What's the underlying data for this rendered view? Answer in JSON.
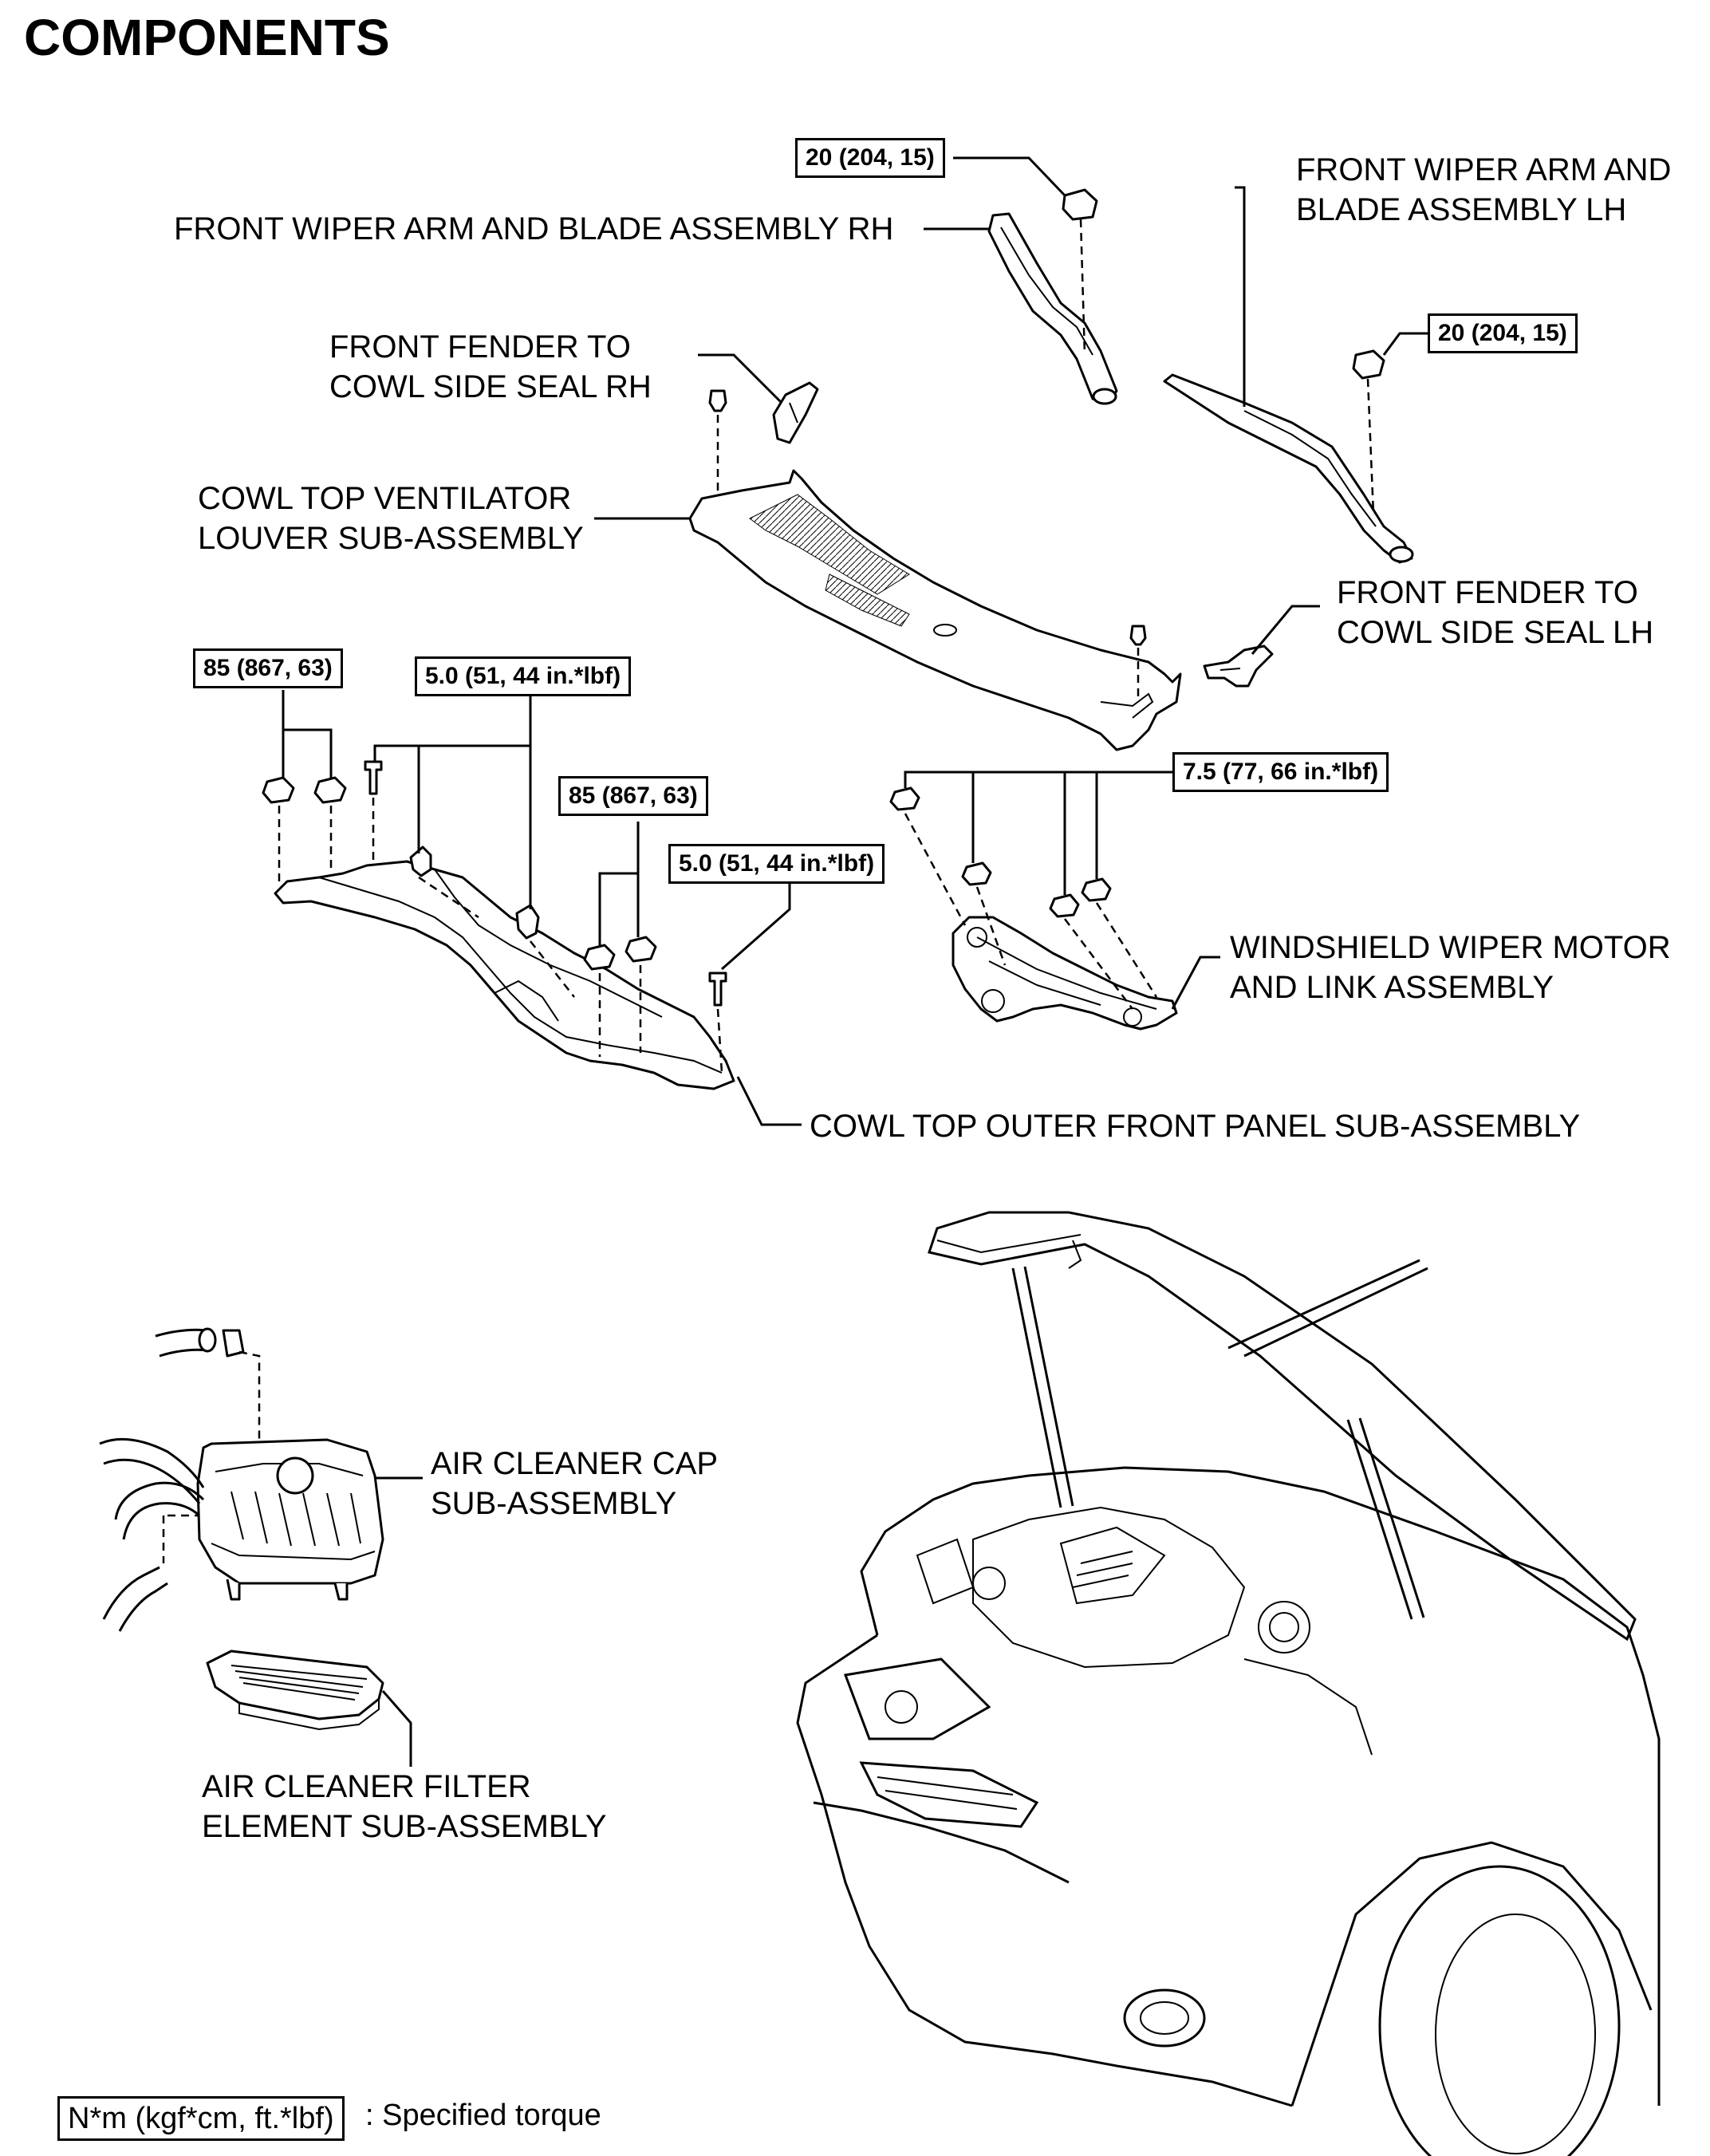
{
  "title": "COMPONENTS",
  "labels": {
    "wiper_rh": "FRONT WIPER ARM AND BLADE ASSEMBLY RH",
    "wiper_lh_1": "FRONT WIPER ARM AND",
    "wiper_lh_2": "BLADE ASSEMBLY LH",
    "seal_rh_1": "FRONT FENDER TO",
    "seal_rh_2": "COWL SIDE SEAL RH",
    "louver_1": "COWL TOP VENTILATOR",
    "louver_2": "LOUVER SUB-ASSEMBLY",
    "seal_lh_1": "FRONT FENDER TO",
    "seal_lh_2": "COWL SIDE SEAL LH",
    "motor_1": "WINDSHIELD WIPER MOTOR",
    "motor_2": "AND LINK ASSEMBLY",
    "outer_panel": "COWL TOP OUTER FRONT PANEL SUB-ASSEMBLY",
    "cap_1": "AIR CLEANER CAP",
    "cap_2": "SUB-ASSEMBLY",
    "filter_1": "AIR CLEANER FILTER",
    "filter_2": "ELEMENT SUB-ASSEMBLY"
  },
  "torques": {
    "wiper_rh_nut": "20 (204, 15)",
    "wiper_lh_nut": "20 (204, 15)",
    "panel_nuts_left": "85 (867, 63)",
    "panel_bolts_left": "5.0 (51, 44 in.*lbf)",
    "panel_nuts_right": "85 (867, 63)",
    "panel_bolt_right": "5.0 (51, 44 in.*lbf)",
    "motor_bolts": "7.5 (77, 66 in.*lbf)"
  },
  "legend": {
    "box": "N*m (kgf*cm, ft.*lbf)",
    "text": ": Specified torque"
  }
}
